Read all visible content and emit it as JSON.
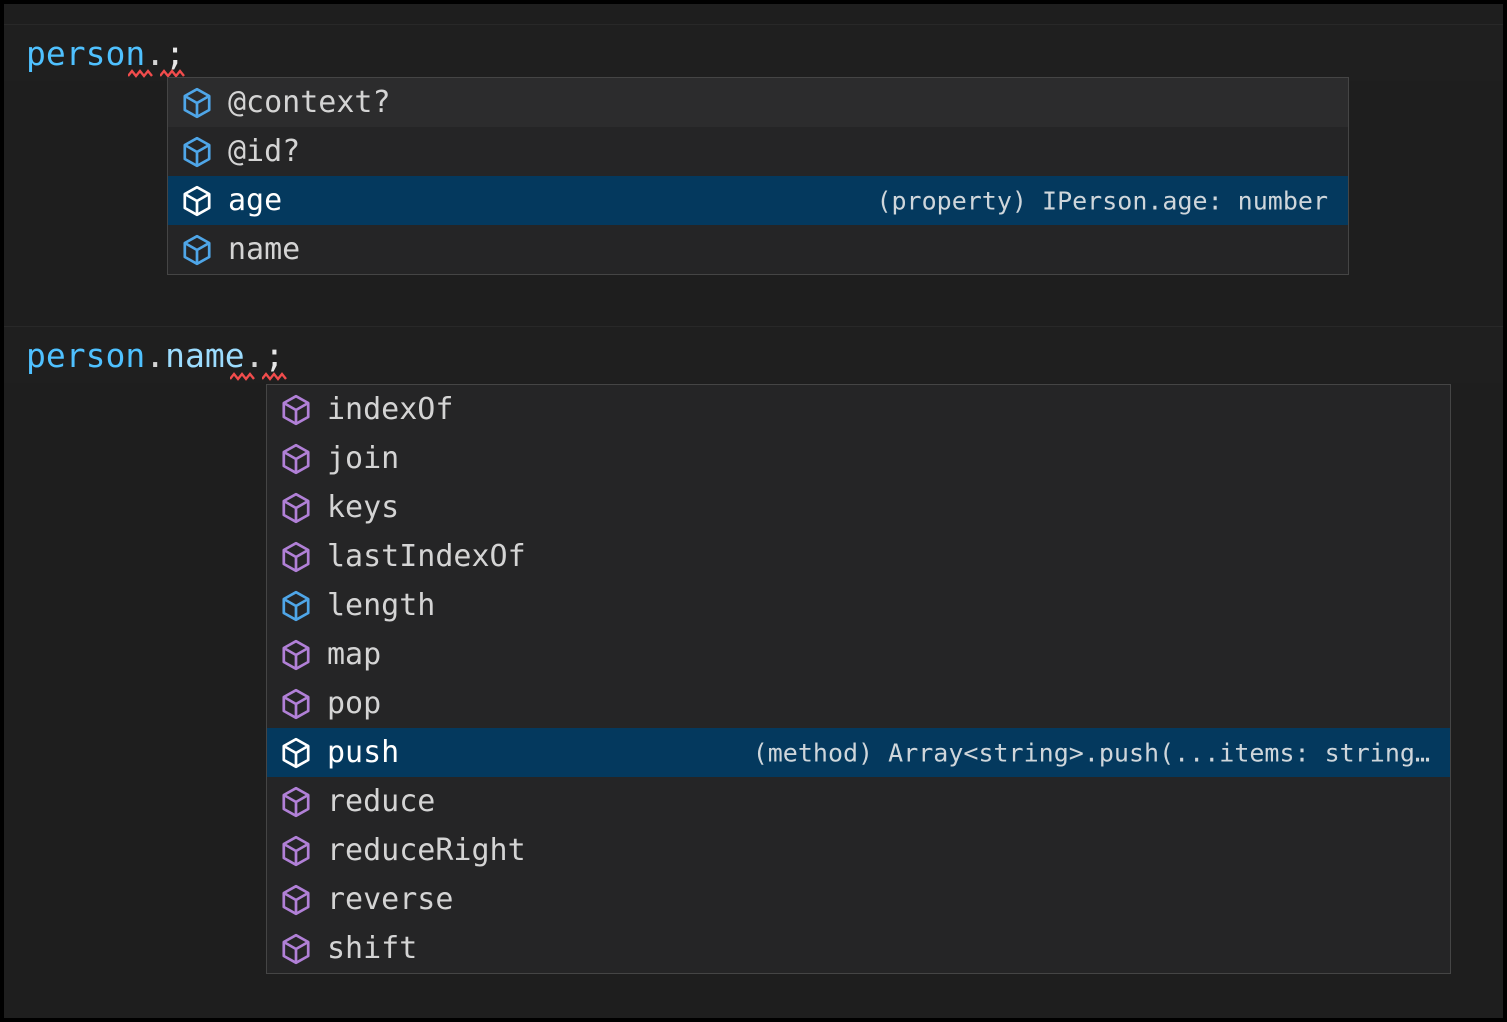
{
  "theme": {
    "editor_background": "#1e1e1e",
    "current_line_background": "#1f1f1f",
    "widget_background": "#252526",
    "widget_border": "#454545",
    "selected_row_background": "#04395e",
    "hovered_row_background": "#2c2c2d",
    "foreground": "#d4d4d4",
    "variable_color": "#4fc1ff",
    "property_color": "#9cdcfe",
    "error_squiggle_color": "#f14c4c",
    "icon_property_color": "#4fa6e8",
    "icon_method_color": "#b180d7",
    "icon_selected_color": "#ffffff"
  },
  "editors": [
    {
      "name": "first-editor",
      "code_tokens": [
        {
          "text": "person",
          "kind": "variable"
        },
        {
          "text": ".",
          "kind": "dot"
        },
        {
          "text": ";",
          "kind": "semicolon"
        }
      ],
      "code_plain": "person.;",
      "suggest": {
        "name": "person-member-suggestions",
        "items": [
          {
            "label": "@context?",
            "icon": "symbol-property-cube-icon",
            "icon_kind": "property",
            "detail": "",
            "state": "hovered"
          },
          {
            "label": "@id?",
            "icon": "symbol-property-cube-icon",
            "icon_kind": "property",
            "detail": "",
            "state": "normal"
          },
          {
            "label": "age",
            "icon": "symbol-property-cube-icon",
            "icon_kind": "selected",
            "detail": "(property) IPerson.age: number",
            "state": "focused"
          },
          {
            "label": "name",
            "icon": "symbol-property-cube-icon",
            "icon_kind": "property",
            "detail": "",
            "state": "normal"
          }
        ]
      }
    },
    {
      "name": "second-editor",
      "code_tokens": [
        {
          "text": "person",
          "kind": "variable"
        },
        {
          "text": ".",
          "kind": "dot"
        },
        {
          "text": "name",
          "kind": "property"
        },
        {
          "text": ".",
          "kind": "dot"
        },
        {
          "text": ";",
          "kind": "semicolon"
        }
      ],
      "code_plain": "person.name.;",
      "suggest": {
        "name": "array-member-suggestions",
        "items": [
          {
            "label": "indexOf",
            "icon": "symbol-method-cube-icon",
            "icon_kind": "method",
            "detail": "",
            "state": "normal"
          },
          {
            "label": "join",
            "icon": "symbol-method-cube-icon",
            "icon_kind": "method",
            "detail": "",
            "state": "normal"
          },
          {
            "label": "keys",
            "icon": "symbol-method-cube-icon",
            "icon_kind": "method",
            "detail": "",
            "state": "normal"
          },
          {
            "label": "lastIndexOf",
            "icon": "symbol-method-cube-icon",
            "icon_kind": "method",
            "detail": "",
            "state": "normal"
          },
          {
            "label": "length",
            "icon": "symbol-property-cube-icon",
            "icon_kind": "property",
            "detail": "",
            "state": "normal"
          },
          {
            "label": "map",
            "icon": "symbol-method-cube-icon",
            "icon_kind": "method",
            "detail": "",
            "state": "normal"
          },
          {
            "label": "pop",
            "icon": "symbol-method-cube-icon",
            "icon_kind": "method",
            "detail": "",
            "state": "normal"
          },
          {
            "label": "push",
            "icon": "symbol-method-cube-icon",
            "icon_kind": "selected",
            "detail": "(method) Array<string>.push(...items: string…",
            "state": "focused"
          },
          {
            "label": "reduce",
            "icon": "symbol-method-cube-icon",
            "icon_kind": "method",
            "detail": "",
            "state": "normal"
          },
          {
            "label": "reduceRight",
            "icon": "symbol-method-cube-icon",
            "icon_kind": "method",
            "detail": "",
            "state": "normal"
          },
          {
            "label": "reverse",
            "icon": "symbol-method-cube-icon",
            "icon_kind": "method",
            "detail": "",
            "state": "normal"
          },
          {
            "label": "shift",
            "icon": "symbol-method-cube-icon",
            "icon_kind": "method",
            "detail": "",
            "state": "normal"
          }
        ]
      }
    }
  ]
}
